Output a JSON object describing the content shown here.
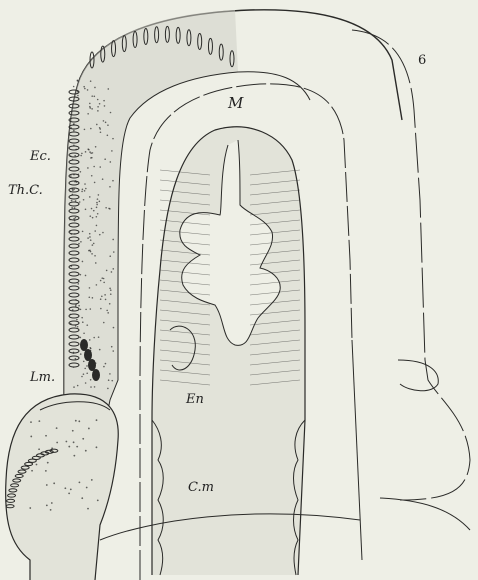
{
  "figure": {
    "labels": {
      "ec": "Ec.",
      "thc": "Th.C.",
      "lm": "Lm.",
      "en": "En",
      "cm": "C.m",
      "m": "M",
      "g": "6"
    }
  },
  "colors": {
    "background": "#eeefe6",
    "ink": "#2a2a28",
    "wall_shade": "#cfd0c6"
  }
}
